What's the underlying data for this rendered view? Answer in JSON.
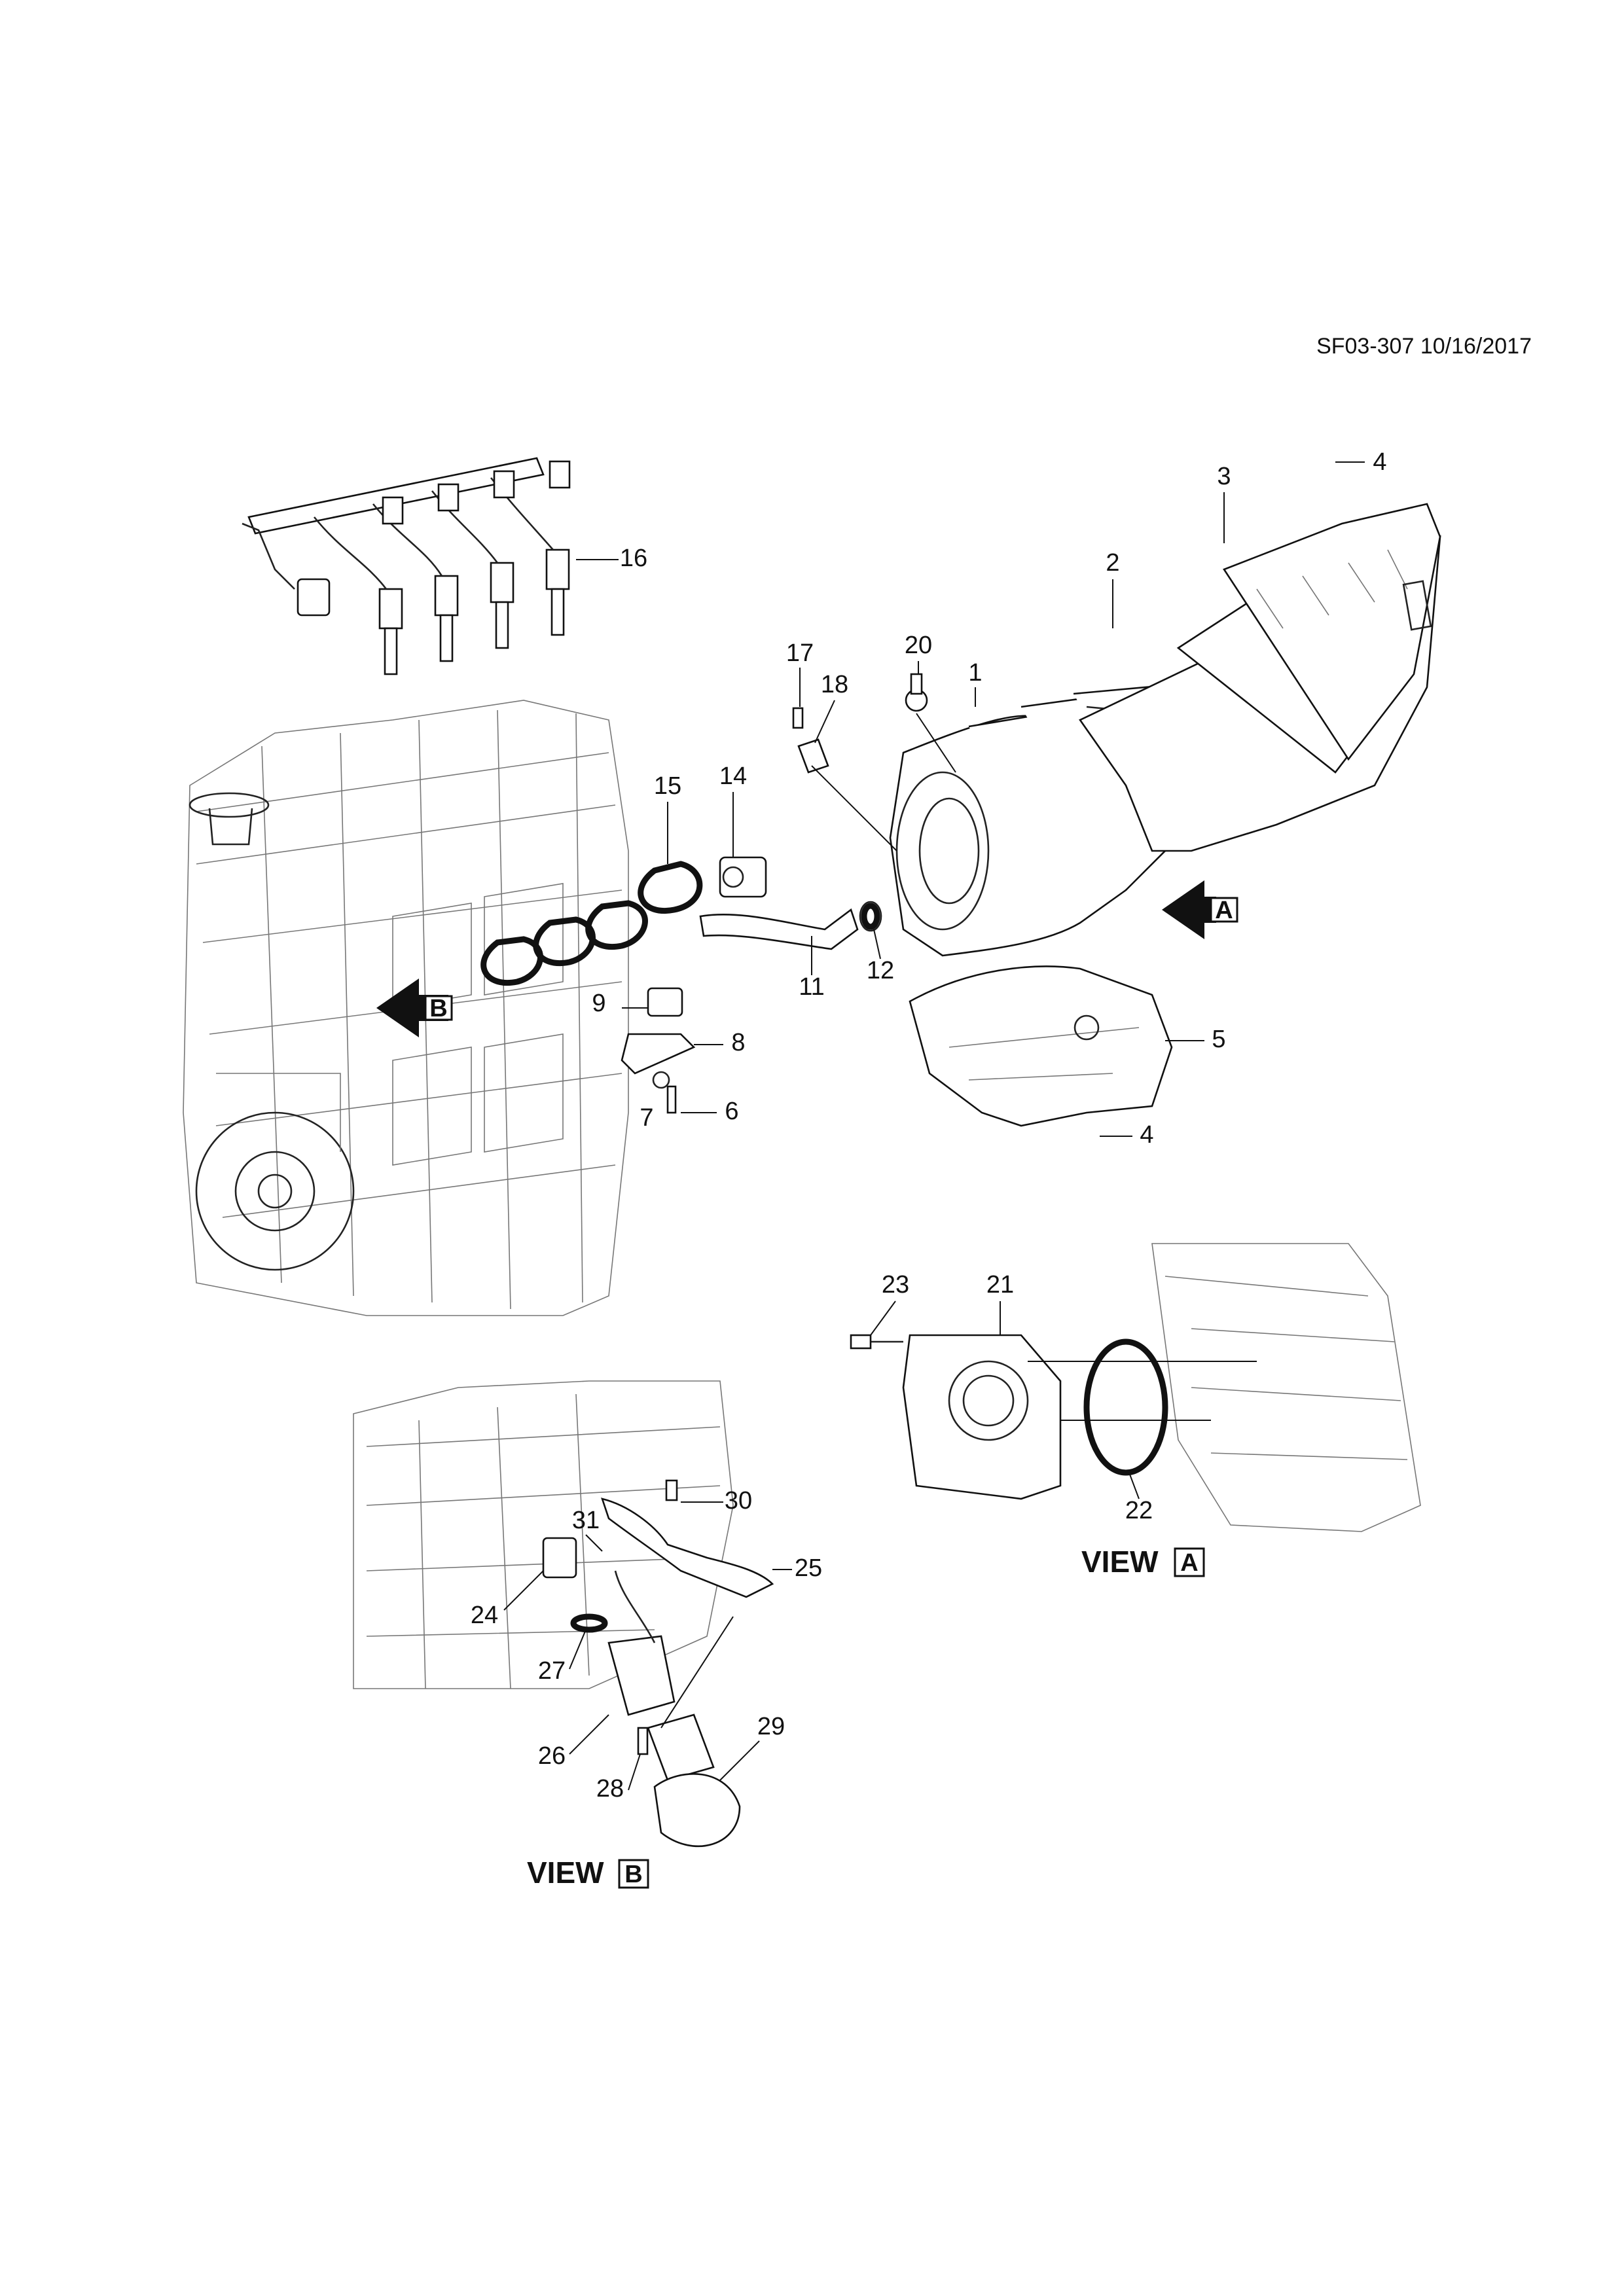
{
  "header": {
    "doc_id": "SF03-307 10/16/2017"
  },
  "views": {
    "view_a": "VIEW",
    "view_a_letter": "A",
    "view_b": "VIEW",
    "view_b_letter": "B"
  },
  "callouts": [
    "1",
    "2",
    "3",
    "4",
    "4",
    "5",
    "6",
    "7",
    "8",
    "9",
    "11",
    "12",
    "14",
    "15",
    "16",
    "17",
    "18",
    "20",
    "21",
    "22",
    "23",
    "24",
    "25",
    "26",
    "27",
    "28",
    "29",
    "30",
    "31"
  ],
  "icons": {
    "arrow": "view-arrow-icon"
  }
}
